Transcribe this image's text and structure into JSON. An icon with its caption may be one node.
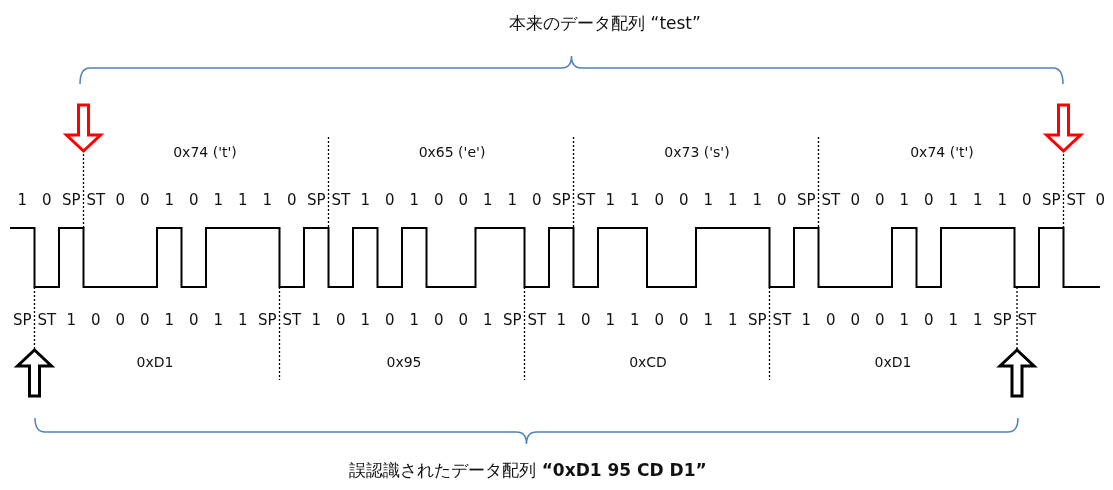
{
  "diagram": {
    "title": "本来のデータ配列 “test”",
    "caption": "誤認識されたデータ配列 **“0xD1 95 CD D1”**",
    "labels": [
      "0x74 ('t')",
      "0x65 ('e')",
      "0x73 ('s')",
      "0x74 ('t')",
      "1",
      "0",
      "SP",
      "ST",
      "0",
      "0",
      "1",
      "0",
      "1",
      "1",
      "1",
      "0",
      "SP",
      "ST",
      "1",
      "0",
      "1",
      "0",
      "0",
      "1",
      "1",
      "0",
      "SP",
      "ST",
      "1",
      "1",
      "0",
      "0",
      "1",
      "1",
      "1",
      "0",
      "SP",
      "ST",
      "0",
      "0",
      "1",
      "0",
      "1",
      "1",
      "1",
      "0",
      "SP",
      "ST",
      "0",
      "SP",
      "ST",
      "1",
      "0",
      "0",
      "0",
      "1",
      "0",
      "1",
      "1",
      "SP",
      "ST",
      "1",
      "0",
      "1",
      "0",
      "1",
      "0",
      "0",
      "1",
      "SP",
      "ST",
      "1",
      "0",
      "1",
      "1",
      "0",
      "0",
      "1",
      "1",
      "SP",
      "ST",
      "1",
      "0",
      "0",
      "0",
      "1",
      "0",
      "1",
      "1",
      "SP",
      "ST",
      "0xD1",
      "0x95",
      "0xCD",
      "0xD1"
    ]
  }
}
